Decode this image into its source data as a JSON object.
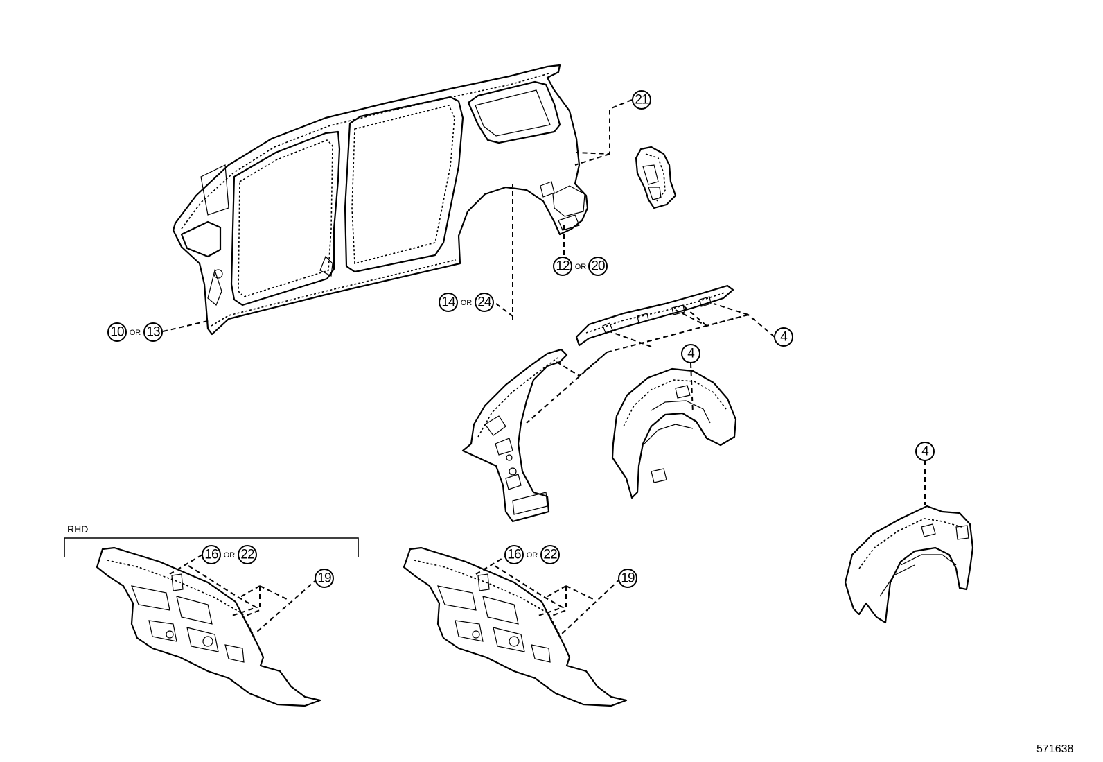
{
  "callouts": {
    "c21": "21",
    "c12": "12",
    "c12_or": "OR",
    "c20": "20",
    "c14": "14",
    "c14_or": "OR",
    "c24": "24",
    "c10": "10",
    "c10_or": "OR",
    "c13": "13",
    "c4a": "4",
    "c4b": "4",
    "c4c": "4",
    "c16a": "16",
    "c16a_or": "OR",
    "c22a": "22",
    "c19a": "19",
    "c16b": "16",
    "c16b_or": "OR",
    "c22b": "22",
    "c19b": "19"
  },
  "labels": {
    "rhd": "RHD",
    "reference_number": "571638"
  }
}
